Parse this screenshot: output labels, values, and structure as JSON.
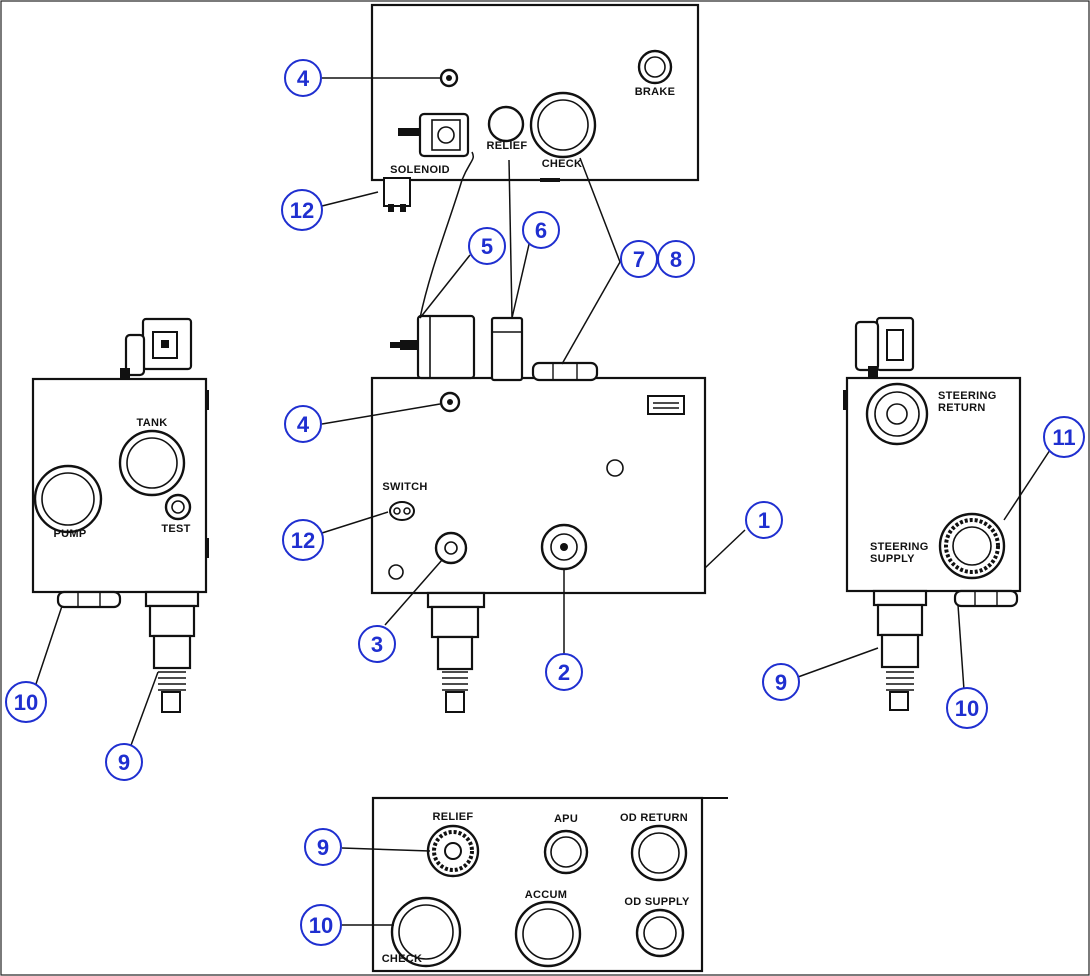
{
  "port_labels": {
    "brake": "BRAKE",
    "relief_top": "RELIEF",
    "check_top": "CHECK",
    "solenoid": "SOLENOID",
    "switch": "SWITCH",
    "tank": "TANK",
    "pump": "PUMP",
    "test": "TEST",
    "steering_return_1": "STEERING",
    "steering_return_2": "RETURN",
    "steering_supply_1": "STEERING",
    "steering_supply_2": "SUPPLY",
    "relief_bottom": "RELIEF",
    "apu": "APU",
    "od_return": "OD RETURN",
    "accum": "ACCUM",
    "od_supply": "OD SUPPLY",
    "check_bottom": "CHECK"
  },
  "callouts": {
    "c4_top": "4",
    "c12_top": "12",
    "c5": "5",
    "c6": "6",
    "c7": "7",
    "c8": "8",
    "c4_mid": "4",
    "c12_mid": "12",
    "c1": "1",
    "c3": "3",
    "c2": "2",
    "c10_left": "10",
    "c9_left": "9",
    "c11": "11",
    "c9_right": "9",
    "c10_right": "10",
    "c9_bottom": "9",
    "c10_bottom": "10"
  },
  "colors": {
    "callout": "#1f2fd0",
    "line": "#111111"
  }
}
